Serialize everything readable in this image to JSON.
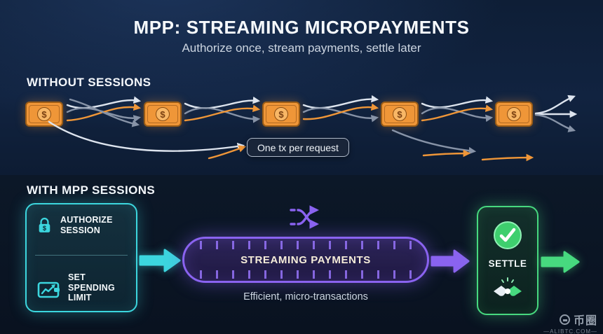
{
  "header": {
    "title": "MPP: STREAMING MICROPAYMENTS",
    "subtitle": "Authorize once, stream payments, settle later"
  },
  "without_sessions": {
    "heading": "WITHOUT SESSIONS",
    "tx_label": "One tx per request",
    "money_symbol": "$",
    "money_count": 5
  },
  "with_sessions": {
    "heading": "WITH MPP SESSIONS",
    "authorize_card": {
      "item1": "AUTHORIZE SESSION",
      "item2": "SET SPENDING LIMIT",
      "lock_symbol": "$"
    },
    "stream_capsule": {
      "label": "STREAMING PAYMENTS",
      "caption": "Efficient, micro-transactions"
    },
    "settle_card": {
      "label": "SETTLE"
    }
  },
  "watermark": {
    "brand": "币圈",
    "site": "—ALIBTC.COM—"
  },
  "colors": {
    "orange": "#ef9638",
    "teal": "#3cd6de",
    "purple": "#8a63f0",
    "green": "#47d97f",
    "arrow_gray": "#8793a7",
    "arrow_white": "#dde4ee",
    "bg_top": "#112340",
    "bg_bottom": "#0a1422"
  }
}
